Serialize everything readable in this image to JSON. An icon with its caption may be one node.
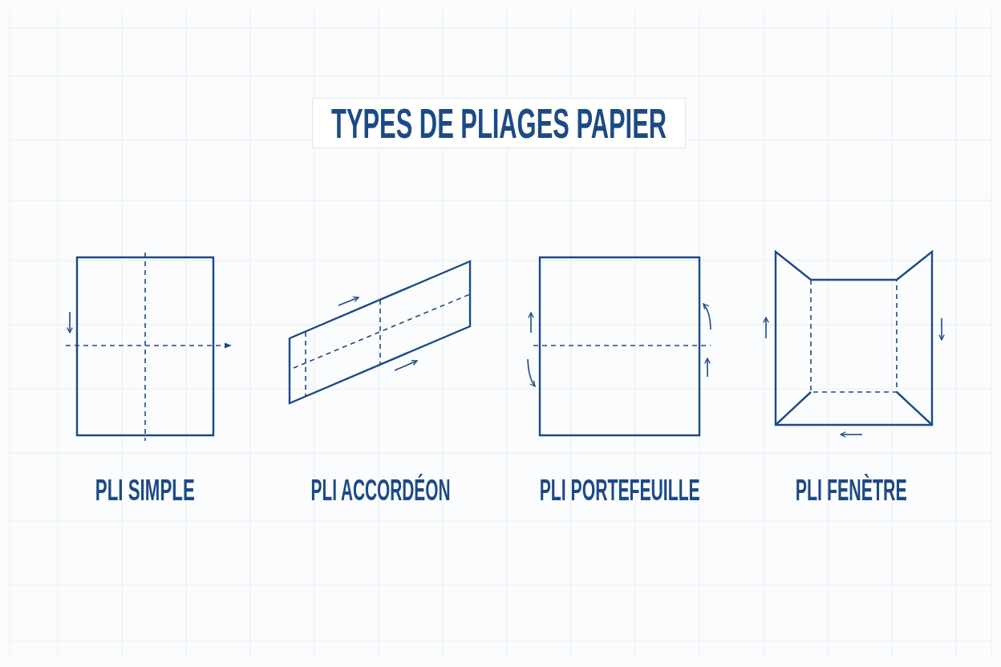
{
  "diagram": {
    "title": "TYPES DE PLIAGES PAPIER",
    "labels": [
      "PLI SIMPLE",
      "PLI ACCORDÉON",
      "PLI PORTEFEUILLE",
      "PLI FENÈTRE"
    ]
  }
}
